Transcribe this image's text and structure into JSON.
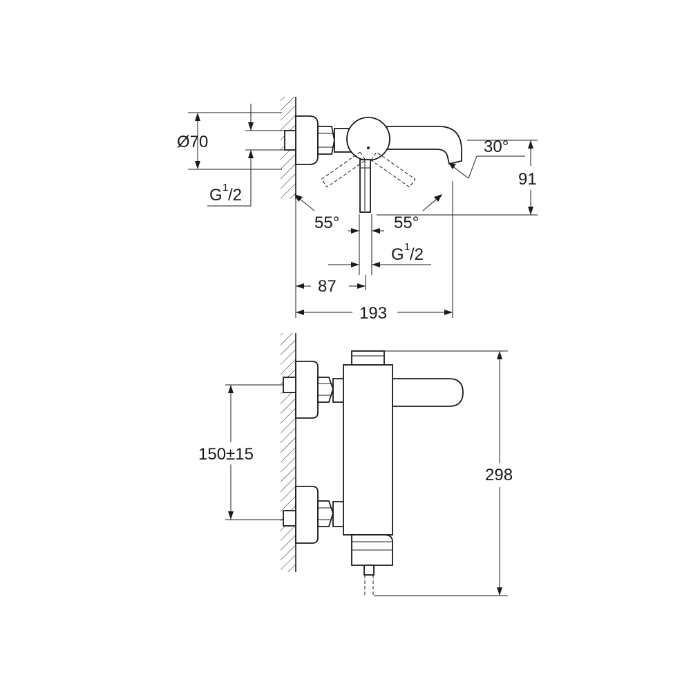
{
  "top_view": {
    "diameter_label": "Ø70",
    "thread_left": {
      "main": "G",
      "sup": "1",
      "sub": "/2"
    },
    "thread_bottom": {
      "main": "G",
      "sup": "1",
      "sub": "/2"
    },
    "angle_spout": "30°",
    "angle_left": "55°",
    "angle_right": "55°",
    "height_label": "91",
    "dim_87": "87",
    "dim_193": "193"
  },
  "front_view": {
    "spacing_label": "150±15",
    "height_label": "298"
  }
}
